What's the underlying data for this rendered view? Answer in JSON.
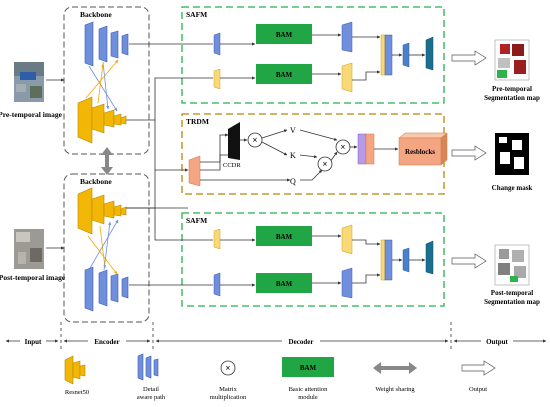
{
  "encoder": {
    "backbone_top": "Backbone",
    "backbone_bottom": "Backbone"
  },
  "inputs": {
    "pre_label": "Pre-temporal image",
    "post_label": "Post-temporal image"
  },
  "safm_top": {
    "title": "SAFM",
    "bam_upper": "BAM",
    "bam_lower": "BAM"
  },
  "safm_bottom": {
    "title": "SAFM",
    "bam_upper": "BAM",
    "bam_lower": "BAM"
  },
  "trdm": {
    "title": "TRDM",
    "ccdr": "CCDR",
    "v": "V",
    "k": "K",
    "q": "Q",
    "multiply_symbol": "×",
    "resblocks": "Resblocks"
  },
  "outputs": {
    "pre_seg_line1": "Pre-temporal",
    "pre_seg_line2": "Segmentation map",
    "change_mask": "Change mask",
    "post_seg_line1": "Post-temporal",
    "post_seg_line2": "Segmentation map"
  },
  "stages": {
    "input": "Input",
    "encoder": "Encoder",
    "decoder": "Decoder",
    "output": "Output"
  },
  "legend": {
    "resnet": "Resnet50",
    "detail_line1": "Detail",
    "detail_line2": "aware path",
    "matrix_line1": "Matrix",
    "matrix_line2": "multiplication",
    "bam_box": "BAM",
    "bam_line1": "Basic attention",
    "bam_line2": "module",
    "weight": "Weight sharing",
    "output": "Output"
  },
  "colors": {
    "safm_border": "#22b34a",
    "trdm_border": "#b8860b",
    "bam_fill": "#21a645",
    "resnet_fill": "#f2b705",
    "detail_fill": "#6f8fdc",
    "resblock_fill": "#f4a582"
  }
}
